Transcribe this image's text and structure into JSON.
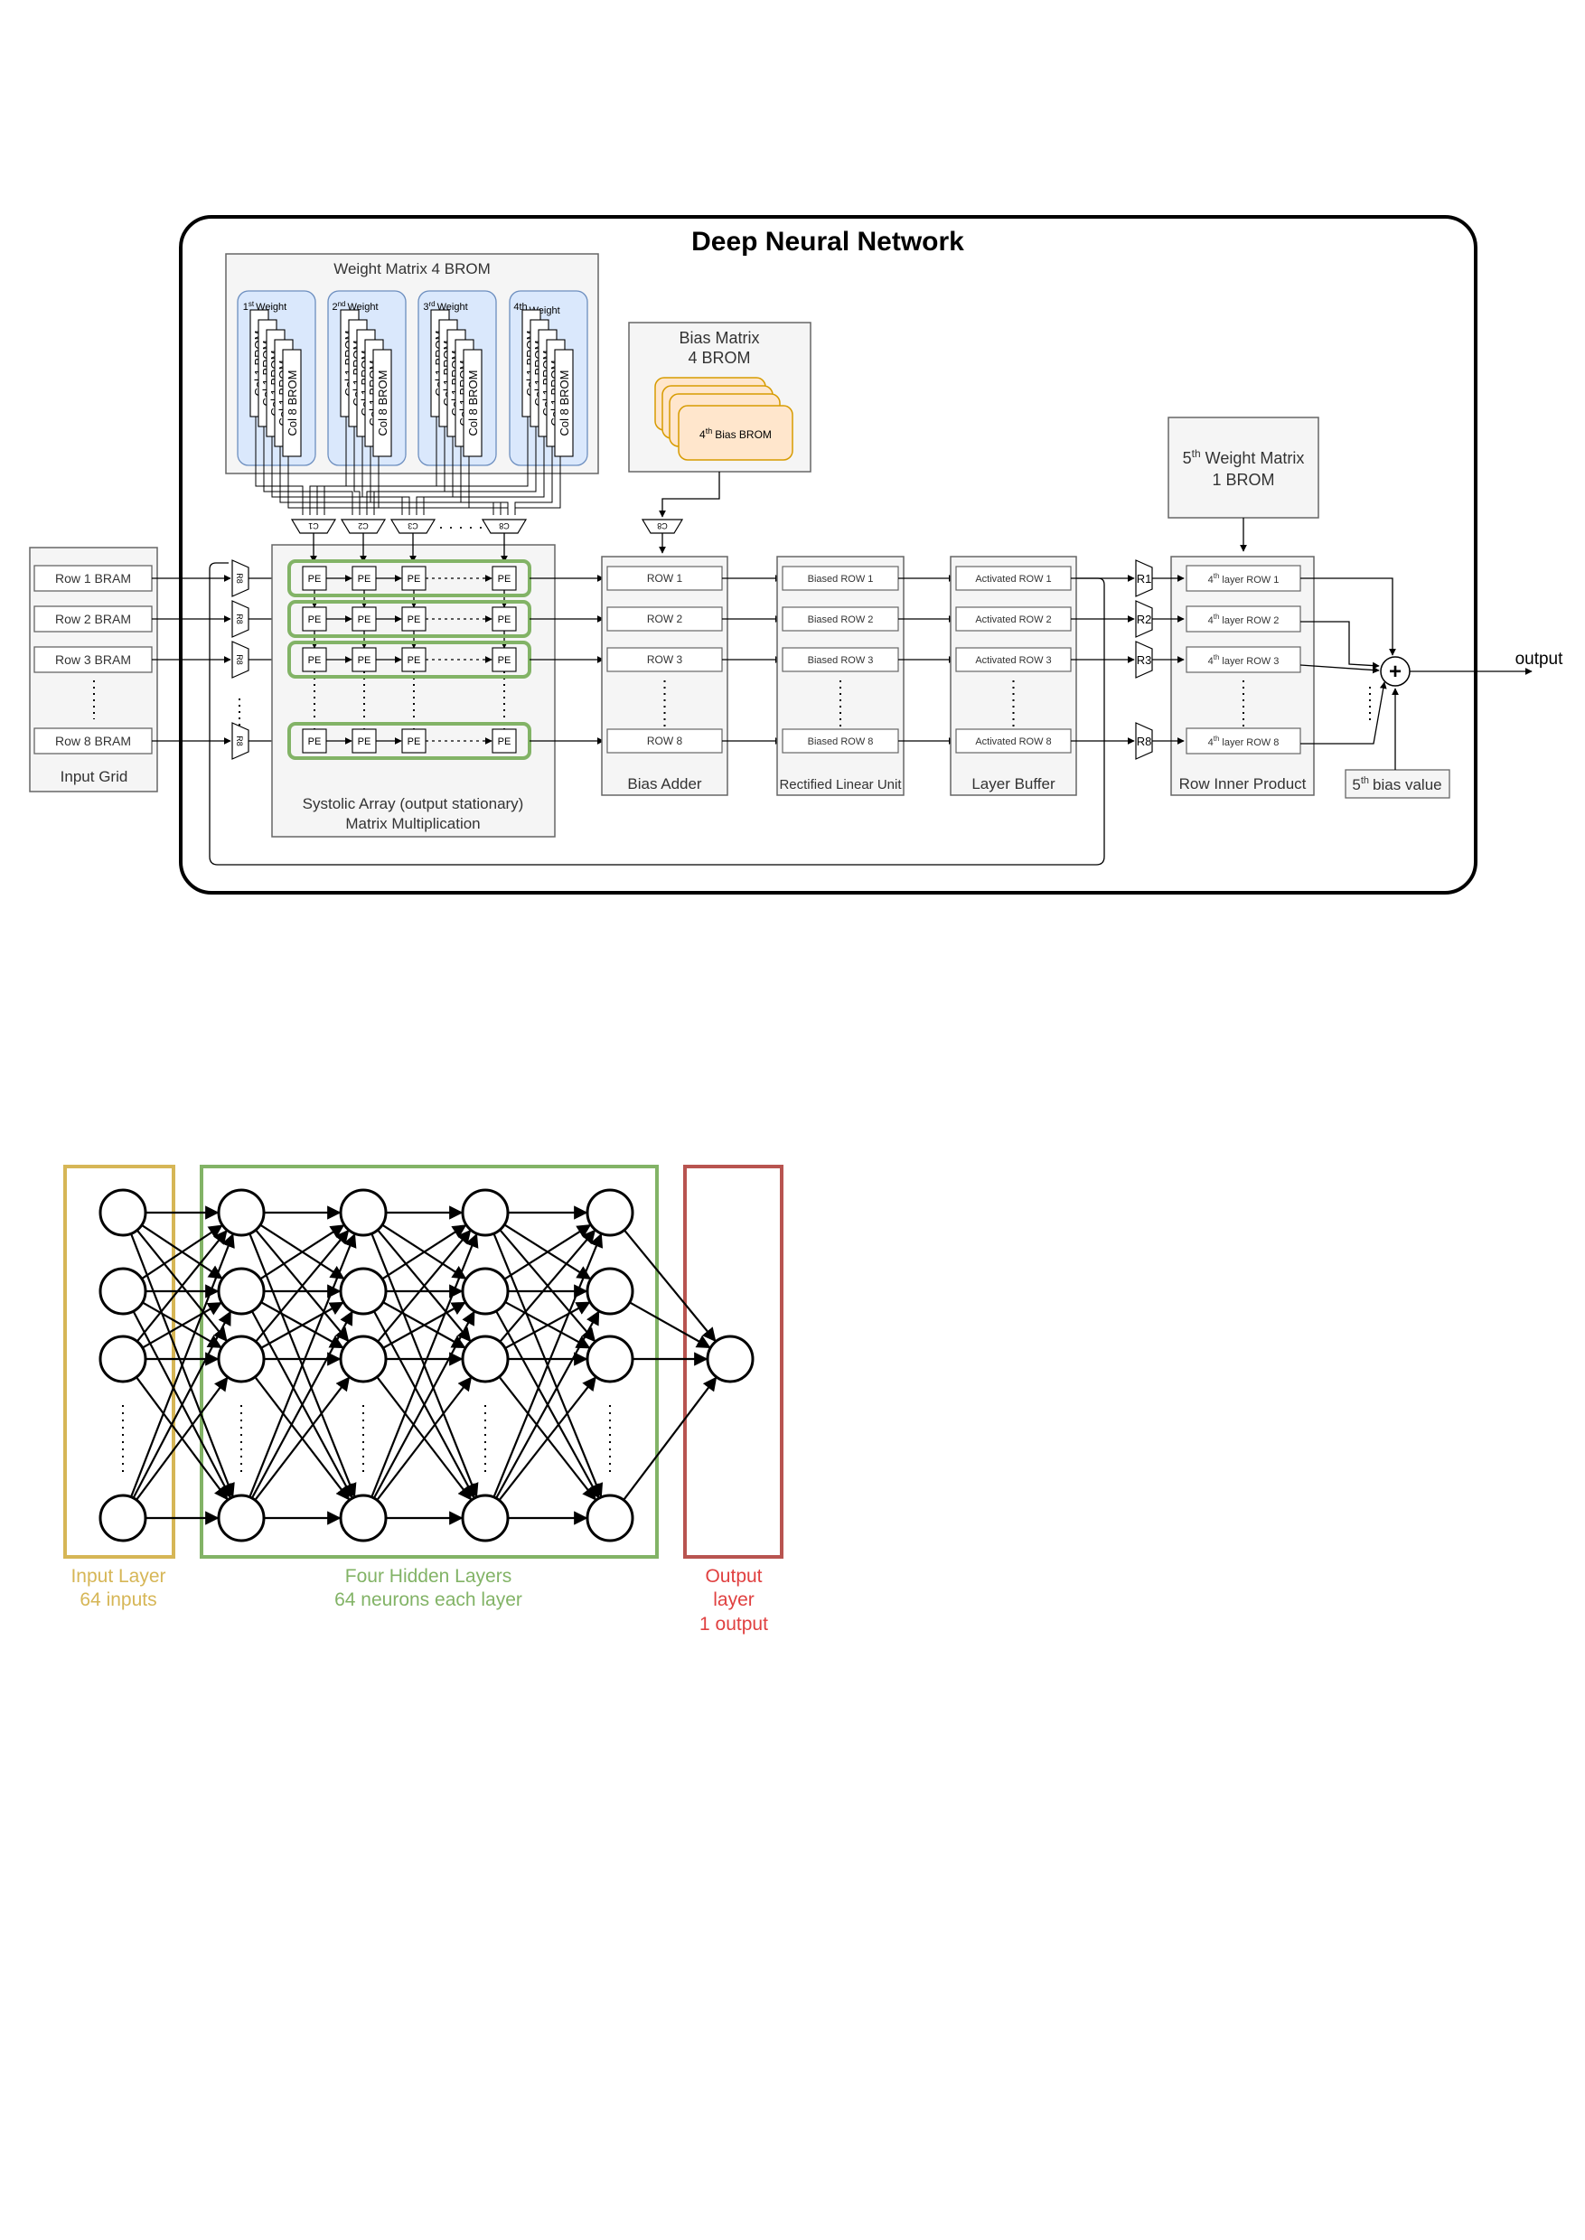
{
  "dnn": {
    "title": "Deep Neural Network",
    "weight_matrix": {
      "title": "Weight Matrix 4 BROM",
      "groups": [
        {
          "ord": "1",
          "sup": "st",
          "label": "Weight"
        },
        {
          "ord": "2",
          "sup": "nd",
          "label": "Weight"
        },
        {
          "ord": "3",
          "sup": "rd",
          "label": "Weight"
        },
        {
          "ord": "4th",
          "sup": "",
          "label": "Weight"
        }
      ],
      "card_label": "Col 8 BROM",
      "back_label": "Col 1 BROM",
      "muxes": [
        "C1",
        "C2",
        "C3",
        "C8"
      ],
      "mux_ellipsis": "· · · · ·"
    },
    "bias_matrix": {
      "title_line1": "Bias Matrix",
      "title_line2": "4 BROM",
      "card_ord": "4",
      "card_sup": "th",
      "card_label": "Bias BROM",
      "mux": "C8"
    },
    "fifth_weight": {
      "ord": "5",
      "sup": "th",
      "line1": "Weight Matrix",
      "line2": "1 BROM"
    },
    "input_grid": {
      "rows": [
        "Row 1 BRAM",
        "Row 2 BRAM",
        "Row 3 BRAM",
        "Row 8 BRAM"
      ],
      "caption": "Input Grid"
    },
    "row_muxes": [
      "R8",
      "R8",
      "R8",
      "R8"
    ],
    "systolic": {
      "pe_label": "PE",
      "caption_line1": "Systolic Array (output stationary)",
      "caption_line2": "Matrix Multiplication"
    },
    "bias_adder": {
      "rows": [
        "ROW 1",
        "ROW 2",
        "ROW 3",
        "ROW 8"
      ],
      "caption": "Bias Adder"
    },
    "relu": {
      "rows": [
        "Biased ROW 1",
        "Biased ROW 2",
        "Biased ROW 3",
        "Biased ROW 8"
      ],
      "caption": "Rectified Linear Unit"
    },
    "layer_buffer": {
      "rows": [
        "Activated ROW 1",
        "Activated ROW 2",
        "Activated ROW 3",
        "Activated ROW 8"
      ],
      "caption": "Layer Buffer"
    },
    "out_muxes": [
      "R1",
      "R2",
      "R3",
      "R8"
    ],
    "inner_product": {
      "ord": "4",
      "sup": "th",
      "rows": [
        "layer ROW 1",
        "layer ROW 2",
        "layer ROW 3",
        "layer ROW 8"
      ],
      "caption": "Row Inner Product"
    },
    "fifth_bias": {
      "ord": "5",
      "sup": "th",
      "label": "bias value"
    },
    "adder_symbol": "+",
    "output_label": "output"
  },
  "ann": {
    "input_layer": {
      "line1": "Input Layer",
      "line2": "64 inputs",
      "color": "#d6b656"
    },
    "hidden_layers": {
      "line1": "Four Hidden Layers",
      "line2": "64 neurons each layer",
      "color": "#82b366"
    },
    "output_layer": {
      "line1": "Output",
      "line2": "layer",
      "line3": "1 output",
      "color": "#b85450"
    }
  },
  "colors": {
    "weight_group_fill": "#dae8fc",
    "weight_group_stroke": "#6c8ebf",
    "bias_card_fill": "#ffe6cc",
    "bias_card_stroke": "#d79b00",
    "row_highlight": "#82b366",
    "panel_fill": "#f5f5f5",
    "panel_stroke": "#666666",
    "text_dark": "#333333"
  }
}
